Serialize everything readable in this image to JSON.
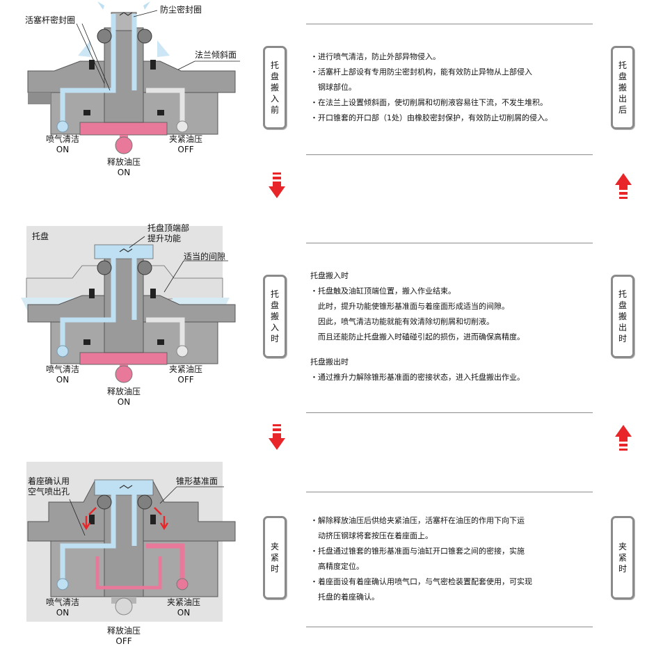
{
  "diagram1": {
    "labels": {
      "rod_seal": "活塞杆密封圈",
      "dust_seal": "防尘密封圈",
      "flange": "法兰倾斜面",
      "air_name": "喷气清洁",
      "air_state": "ON",
      "clamp_name": "夹紧油压",
      "clamp_state": "OFF",
      "release_name": "释放油压",
      "release_state": "ON"
    }
  },
  "diagram2": {
    "labels": {
      "pallet": "托盘",
      "top_line1": "托盘顶端部",
      "top_line2": "提升功能",
      "gap": "适当的间隙",
      "air_name": "喷气清洁",
      "air_state": "ON",
      "clamp_name": "夹紧油压",
      "clamp_state": "OFF",
      "release_name": "释放油压",
      "release_state": "ON"
    }
  },
  "diagram3": {
    "labels": {
      "seat_line1": "着座确认用",
      "seat_line2": "空气喷出孔",
      "taper": "锥形基准面",
      "air_name": "喷气清洁",
      "air_state": "ON",
      "clamp_name": "夹紧油压",
      "clamp_state": "ON",
      "release_name": "释放油压",
      "release_state": "OFF"
    }
  },
  "tabs": {
    "left1": [
      "托",
      "盘",
      "搬",
      "入",
      "前"
    ],
    "right1": [
      "托",
      "盘",
      "搬",
      "出",
      "后"
    ],
    "left2": [
      "托",
      "盘",
      "搬",
      "入",
      "时"
    ],
    "right2": [
      "托",
      "盘",
      "搬",
      "出",
      "时"
    ],
    "left3": [
      "夹",
      "紧",
      "时"
    ],
    "right3": [
      "夹",
      "紧",
      "时"
    ]
  },
  "text1": [
    "・进行喷气清洁，防止外部异物侵入。",
    "・活塞杆上部设有专用防尘密封机构，能有效防止异物从上部侵入",
    "　钢球部位。",
    "・在法兰上设置倾斜面，使切削屑和切削液容易往下流，不发生堆积。",
    "・开口锥套的开口部（1处）由橡胶密封保护，有效防止切削屑的侵入。"
  ],
  "text2": {
    "heading_in": "托盘搬入时",
    "lines_in": [
      "・托盘触及油缸顶端位置，搬入作业结束。",
      "　此时，提升功能使锥形基准面与着座面形成适当的间隙。",
      "　因此，喷气清洁功能就能有效清除切削屑和切削液。",
      "　而且还能防止托盘搬入时磕碰引起的损伤，进而确保高精度。"
    ],
    "heading_out": "托盘搬出时",
    "lines_out": [
      "・通过推升力解除锥形基准面的密接状态，进入托盘搬出作业。"
    ]
  },
  "text3": [
    "・解除释放油压后供给夹紧油压，活塞杆在油压的作用下向下运",
    "　动挤压钢球将套按压在着座面上。",
    "・托盘通过锥套的锥形基准面与油缸开口锥套之间的密接，实施",
    "　高精度定位。",
    "・着座面设有着座确认用喷气口，与气密检装置配套使用，可实现",
    "　托盘的着座确认。"
  ],
  "colors": {
    "air": "#bfe0f2",
    "oil": "#e8799a",
    "body": "#a9a9a9",
    "arrow": "#e8262a"
  }
}
